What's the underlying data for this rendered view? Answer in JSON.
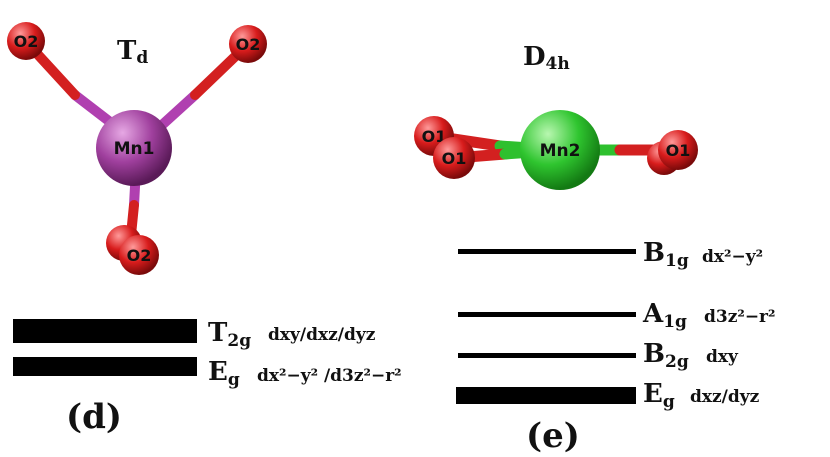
{
  "panel_d": {
    "symmetry": {
      "main": "T",
      "sub": "d"
    },
    "atoms": {
      "center": "Mn1",
      "o_top_left": "O2",
      "o_top_right": "O2",
      "o_bottom": "O2"
    },
    "levels": {
      "t2g": {
        "main": "T",
        "sub": "2g",
        "orbitals": "dxy/dxz/dyz"
      },
      "eg": {
        "main": "E",
        "sub": "g",
        "orbitals": "dx²−y² /d3z²−r²"
      }
    },
    "label": "(d)"
  },
  "panel_e": {
    "symmetry": {
      "main": "D",
      "sub": "4h"
    },
    "atoms": {
      "center": "Mn2",
      "o_left_top": "O1",
      "o_left_bottom": "O1",
      "o_right": "O1"
    },
    "levels": {
      "b1g": {
        "main": "B",
        "sub": "1g",
        "orbitals": "dx²−y²"
      },
      "a1g": {
        "main": "A",
        "sub": "1g",
        "orbitals": "d3z²−r²"
      },
      "b2g": {
        "main": "B",
        "sub": "2g",
        "orbitals": "dxy"
      },
      "eg": {
        "main": "E",
        "sub": "g",
        "orbitals": "dxz/dyz"
      }
    },
    "label": "(e)"
  },
  "colors": {
    "mn1": "#a0409e",
    "mn2": "#2fc52f",
    "oxygen": "#d81c1c",
    "level": "#000000"
  }
}
